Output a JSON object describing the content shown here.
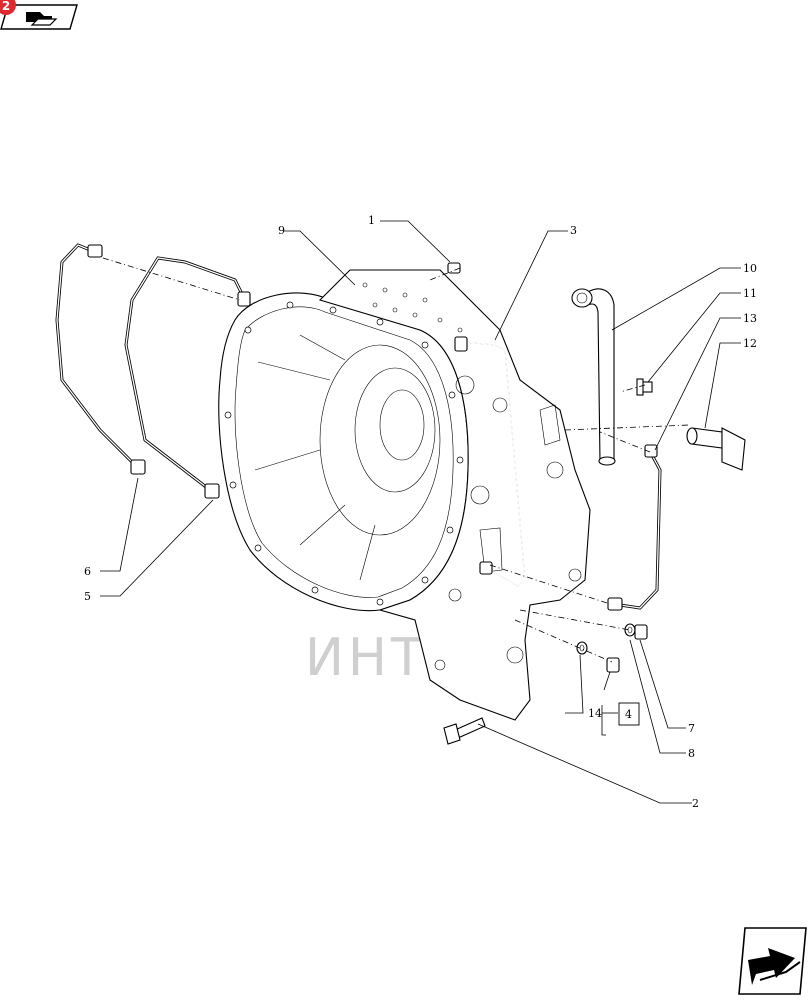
{
  "header": {
    "badge_number": "2",
    "badge_color": "#e0282e",
    "nav_icon": "book-arrow-icon"
  },
  "footer": {
    "nav_icon": "next-arrow-icon"
  },
  "watermark": {
    "text": "ИНТЕХ",
    "color": "#e5212b"
  },
  "callouts": [
    {
      "number": "1"
    },
    {
      "number": "2"
    },
    {
      "number": "3"
    },
    {
      "number": "4"
    },
    {
      "number": "5"
    },
    {
      "number": "6"
    },
    {
      "number": "7"
    },
    {
      "number": "8"
    },
    {
      "number": "9"
    },
    {
      "number": "10"
    },
    {
      "number": "11"
    },
    {
      "number": "12"
    },
    {
      "number": "13"
    },
    {
      "number": "14"
    }
  ]
}
